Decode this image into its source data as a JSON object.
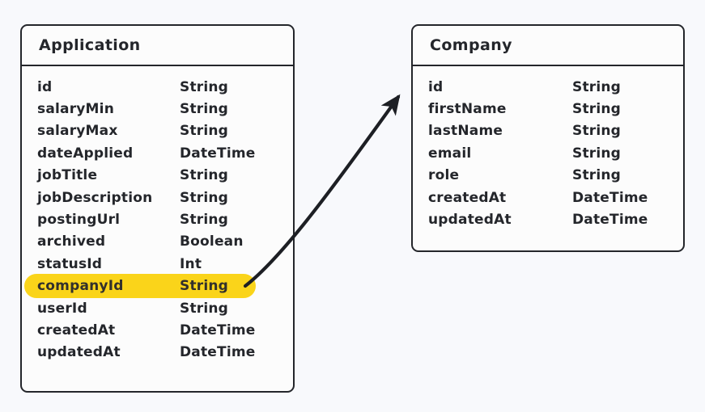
{
  "diagram": {
    "type": "entity-relationship-diagram",
    "background_color": "#f8f9fc",
    "line_color": "#24262b",
    "highlight_color": "#fad41a",
    "entities": [
      {
        "name": "Application",
        "fields": [
          {
            "name": "id",
            "type": "String",
            "highlighted": false
          },
          {
            "name": "salaryMin",
            "type": "String",
            "highlighted": false
          },
          {
            "name": "salaryMax",
            "type": "String",
            "highlighted": false
          },
          {
            "name": "dateApplied",
            "type": "DateTime",
            "highlighted": false
          },
          {
            "name": "jobTitle",
            "type": "String",
            "highlighted": false
          },
          {
            "name": "jobDescription",
            "type": "String",
            "highlighted": false
          },
          {
            "name": "postingUrl",
            "type": "String",
            "highlighted": false
          },
          {
            "name": "archived",
            "type": "Boolean",
            "highlighted": false
          },
          {
            "name": "statusId",
            "type": "Int",
            "highlighted": false
          },
          {
            "name": "companyId",
            "type": "String",
            "highlighted": true
          },
          {
            "name": "userId",
            "type": "String",
            "highlighted": false
          },
          {
            "name": "createdAt",
            "type": "DateTime",
            "highlighted": false
          },
          {
            "name": "updatedAt",
            "type": "DateTime",
            "highlighted": false
          }
        ]
      },
      {
        "name": "Company",
        "fields": [
          {
            "name": "id",
            "type": "String",
            "highlighted": false
          },
          {
            "name": "firstName",
            "type": "String",
            "highlighted": false
          },
          {
            "name": "lastName",
            "type": "String",
            "highlighted": false
          },
          {
            "name": "email",
            "type": "String",
            "highlighted": false
          },
          {
            "name": "role",
            "type": "String",
            "highlighted": false
          },
          {
            "name": "createdAt",
            "type": "DateTime",
            "highlighted": false
          },
          {
            "name": "updatedAt",
            "type": "DateTime",
            "highlighted": false
          }
        ]
      }
    ],
    "relation": {
      "from_entity": "Application",
      "from_field": "companyId",
      "to_entity": "Company",
      "label": ""
    }
  }
}
